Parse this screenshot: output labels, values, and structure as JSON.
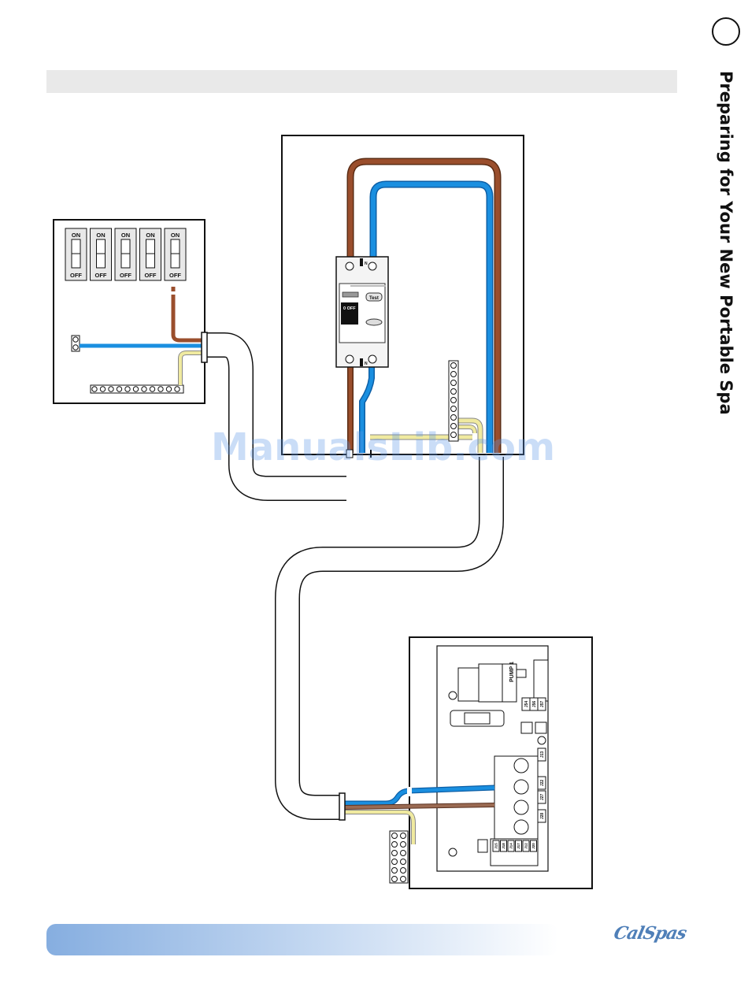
{
  "header": {
    "side_title": "Preparing for Your New Portable Spa"
  },
  "watermark": "ManualsLib.com",
  "footer": {
    "logo_text": "CalSpas"
  },
  "colors": {
    "live_wire": "#9a4e2c",
    "neutral_wire": "#1a8fe0",
    "earth_wire": "#f0eaa0",
    "footer_gradient_start": "#86aee0",
    "watermark": "#5a96e6"
  },
  "breaker_panel": {
    "switches": [
      {
        "on": "ON",
        "off": "OFF"
      },
      {
        "on": "ON",
        "off": "OFF"
      },
      {
        "on": "ON",
        "off": "OFF"
      },
      {
        "on": "ON",
        "off": "OFF"
      },
      {
        "on": "ON",
        "off": "OFF"
      }
    ]
  },
  "rcd": {
    "test_label": "Test",
    "off_label": "0 OFF",
    "terminal_top": "N",
    "terminal_bottom": "N"
  },
  "control_board": {
    "pump_label": "PUMP 1",
    "relay_labels": [
      "J57",
      "J56",
      "J54",
      "J22",
      "J27",
      "J28",
      "J13"
    ],
    "bottom_labels": [
      "J15",
      "J18",
      "J14",
      "J17",
      "J12",
      "J20"
    ]
  }
}
